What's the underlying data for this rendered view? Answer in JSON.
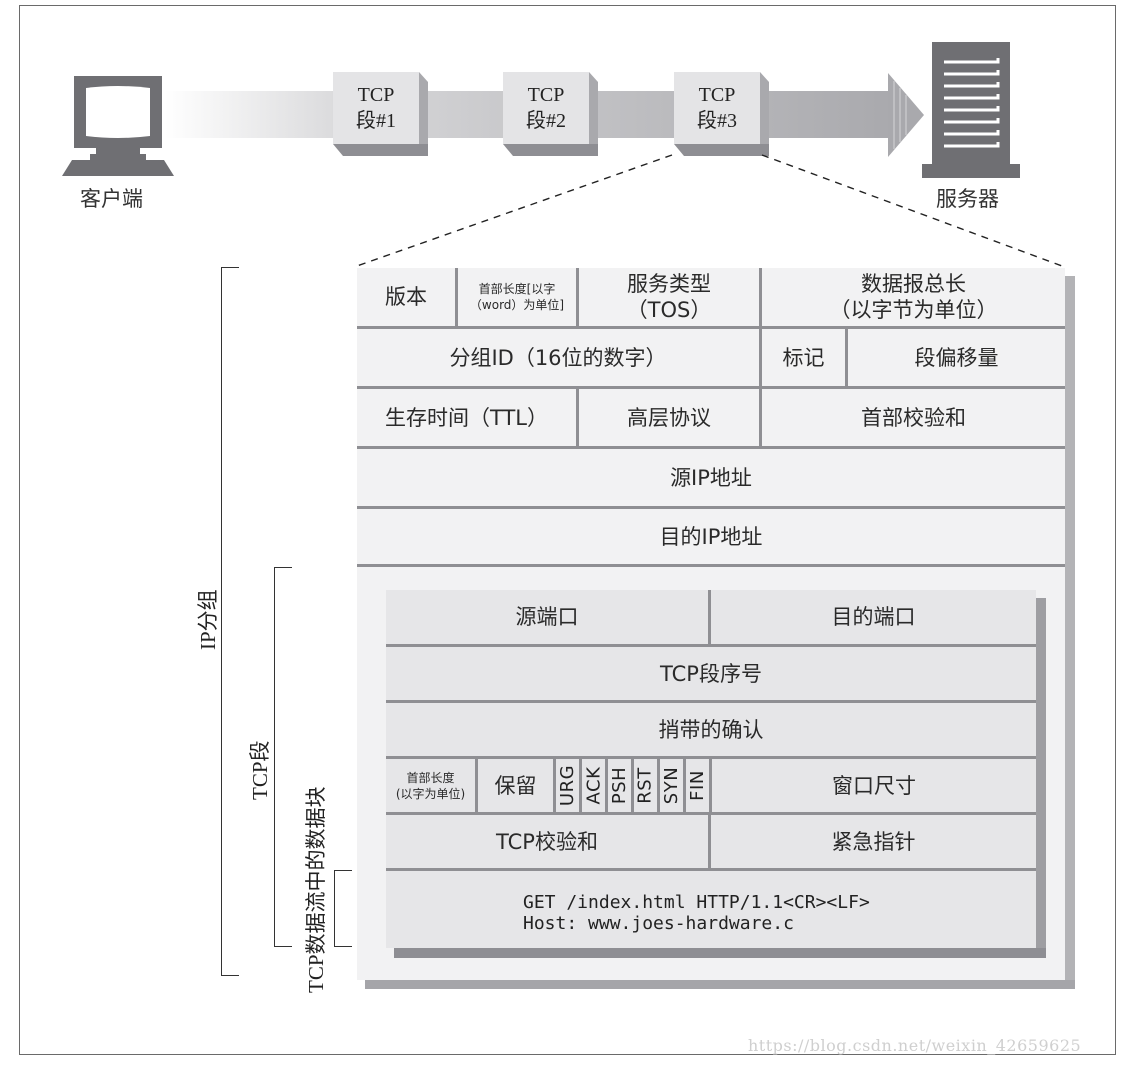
{
  "flow": {
    "client_label": "客户端",
    "server_label": "服务器",
    "segments": [
      {
        "line1": "TCP",
        "line2": "段#1"
      },
      {
        "line1": "TCP",
        "line2": "段#2"
      },
      {
        "line1": "TCP",
        "line2": "段#3"
      }
    ]
  },
  "ip_header": {
    "rows": [
      [
        {
          "label": "版本"
        },
        {
          "label": "首部长度[以字（word）为单位]"
        },
        {
          "label": "服务类型",
          "sub": "（TOS）"
        },
        {
          "label": "数据报总长",
          "sub": "（以字节为单位）"
        }
      ],
      [
        {
          "label": "分组ID（16位的数字）"
        },
        {
          "label": "标记"
        },
        {
          "label": "段偏移量"
        }
      ],
      [
        {
          "label": "生存时间（TTL）"
        },
        {
          "label": "高层协议"
        },
        {
          "label": "首部校验和"
        }
      ],
      [
        {
          "label": "源IP地址"
        }
      ],
      [
        {
          "label": "目的IP地址"
        }
      ]
    ]
  },
  "tcp_header": {
    "rows": [
      [
        {
          "label": "源端口"
        },
        {
          "label": "目的端口"
        }
      ],
      [
        {
          "label": "TCP段序号"
        }
      ],
      [
        {
          "label": "捎带的确认"
        }
      ],
      [
        {
          "label": "首部长度",
          "sub": "(以字为单位)"
        },
        {
          "label": "保留"
        },
        {
          "label": "窗口尺寸"
        }
      ],
      [
        {
          "label": "TCP校验和"
        },
        {
          "label": "紧急指针"
        }
      ]
    ],
    "flags": [
      "URG",
      "ACK",
      "PSH",
      "RST",
      "SYN",
      "FIN"
    ],
    "payload": {
      "line1": "GET /index.html HTTP/1.1<CR><LF>",
      "line2": "Host: www.joes-hardware.c"
    }
  },
  "brackets": {
    "ip_packet": "IP分组",
    "tcp_segment": "TCP段",
    "tcp_data_chunk": "TCP数据流中的数据块"
  },
  "watermark": "https://blog.csdn.net/weixin_42659625",
  "colors": {
    "icon_gray": "#6f6f73",
    "cell_fill": "#f2f2f3",
    "tcp_fill": "#e6e6e8",
    "divider": "#8f8f93",
    "shadow": "#a5a5a9"
  }
}
